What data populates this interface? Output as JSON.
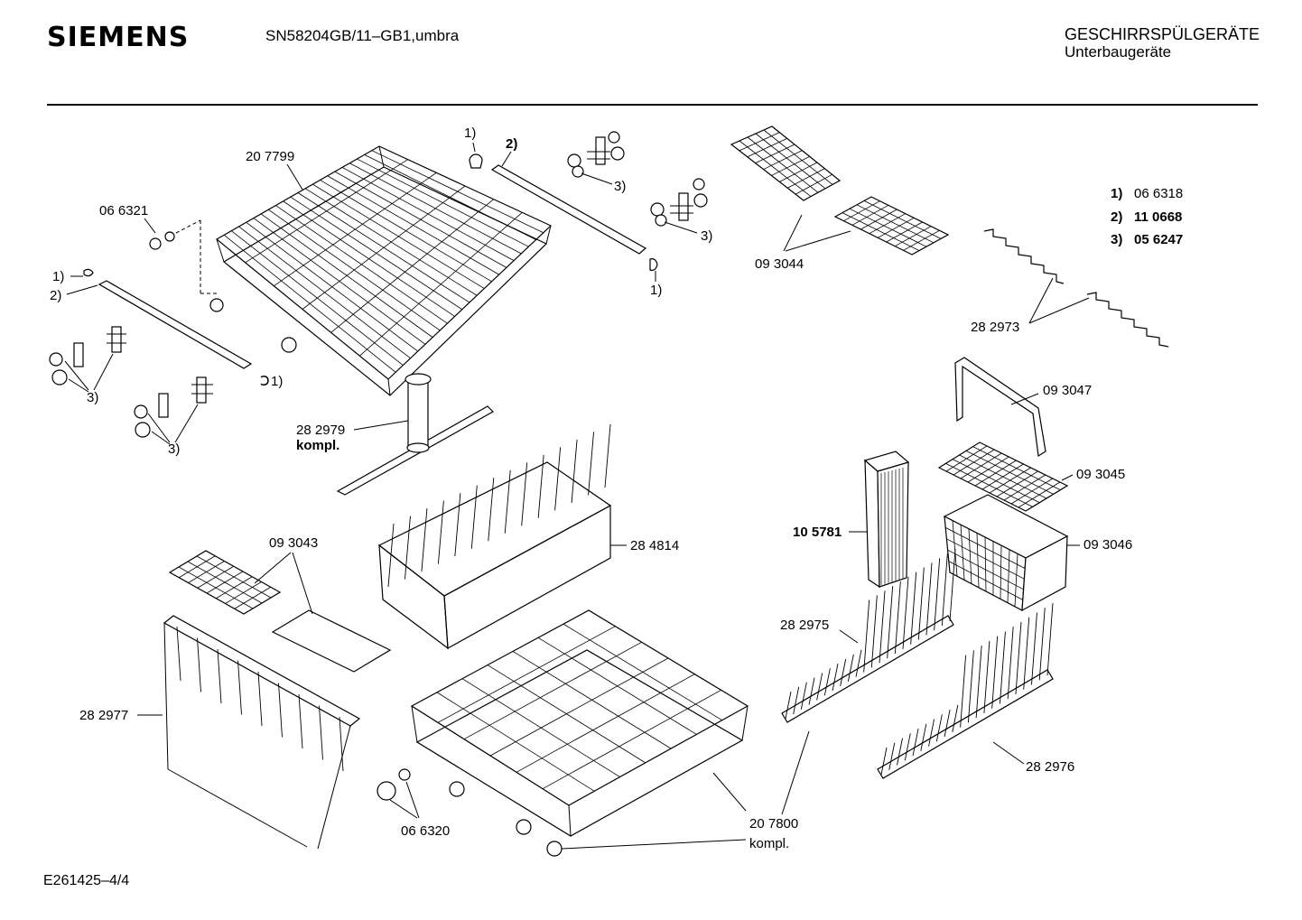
{
  "header": {
    "brand": "SIEMENS",
    "model": "SN58204GB/11–GB1,umbra",
    "category_line1": "GESCHIRRSPÜLGERÄTE",
    "category_line2": "Unterbaugeräte"
  },
  "footer": {
    "drawing_id": "E261425–4/4"
  },
  "legend": {
    "items": [
      {
        "key": "1)",
        "value": "06 6318"
      },
      {
        "key": "2)",
        "value": "11 0668"
      },
      {
        "key": "3)",
        "value": "05 6247"
      }
    ]
  },
  "parts": {
    "upper_basket": "20 7799",
    "roller_clip": "06 6321",
    "fold_rack_top": "09 3044",
    "tine_strip_top": "28 2973",
    "spray_arm": "28 2979",
    "spray_arm_note": "kompl.",
    "handle": "09 3047",
    "basket_lid": "09 3045",
    "cutlery_basket": "09 3046",
    "cutlery_insert": "10 5781",
    "plate_rack": "28 4814",
    "fold_rack_left": "09 3043",
    "tine_rack_left": "28 2977",
    "tine_strip_a": "28 2975",
    "tine_strip_b": "28 2976",
    "lower_wheel": "06 6320",
    "lower_basket": "20 7800",
    "lower_basket_note": "kompl."
  },
  "callouts": {
    "c1": "1)",
    "c2": "2)",
    "c3": "3)"
  }
}
